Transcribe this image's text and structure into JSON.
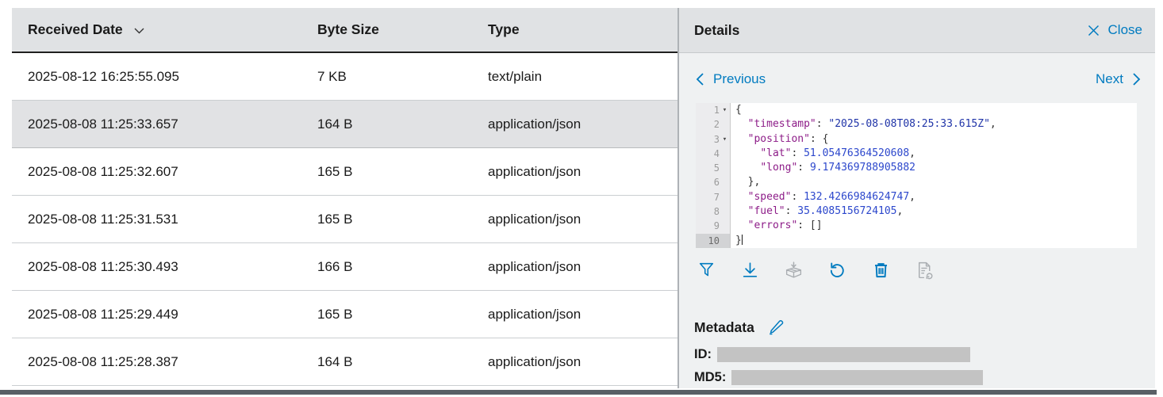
{
  "colors": {
    "accent_blue": "#007bc0",
    "header_bg": "#e0e2e4",
    "panel_bg": "#eff1f2",
    "selected_row_bg": "#e1e2e4",
    "redaction_bar": "#c3c3c3",
    "bottom_bar": "#596066",
    "code_key": "#8d1c88",
    "code_string": "#2034a8",
    "code_number": "#2c47cc"
  },
  "table": {
    "columns": [
      {
        "label": "Received Date",
        "sorted": "desc"
      },
      {
        "label": "Byte Size",
        "sorted": null
      },
      {
        "label": "Type",
        "sorted": null
      }
    ],
    "rows": [
      {
        "received_date": "2025-08-12 16:25:55.095",
        "byte_size": "7 KB",
        "type": "text/plain",
        "selected": false
      },
      {
        "received_date": "2025-08-08 11:25:33.657",
        "byte_size": "164 B",
        "type": "application/json",
        "selected": true
      },
      {
        "received_date": "2025-08-08 11:25:32.607",
        "byte_size": "165 B",
        "type": "application/json",
        "selected": false
      },
      {
        "received_date": "2025-08-08 11:25:31.531",
        "byte_size": "165 B",
        "type": "application/json",
        "selected": false
      },
      {
        "received_date": "2025-08-08 11:25:30.493",
        "byte_size": "166 B",
        "type": "application/json",
        "selected": false
      },
      {
        "received_date": "2025-08-08 11:25:29.449",
        "byte_size": "165 B",
        "type": "application/json",
        "selected": false
      },
      {
        "received_date": "2025-08-08 11:25:28.387",
        "byte_size": "164 B",
        "type": "application/json",
        "selected": false
      }
    ]
  },
  "details": {
    "title": "Details",
    "close_label": "Close",
    "previous_label": "Previous",
    "next_label": "Next",
    "editor": {
      "lines": [
        {
          "num": 1,
          "fold": true,
          "active": false,
          "cursor": false,
          "segments": [
            [
              "p",
              "{"
            ]
          ]
        },
        {
          "num": 2,
          "fold": false,
          "active": false,
          "cursor": false,
          "segments": [
            [
              "p",
              "  "
            ],
            [
              "k",
              "\"timestamp\""
            ],
            [
              "p",
              ": "
            ],
            [
              "s",
              "\"2025-08-08T08:25:33.615Z\""
            ],
            [
              "p",
              ","
            ]
          ]
        },
        {
          "num": 3,
          "fold": true,
          "active": false,
          "cursor": false,
          "segments": [
            [
              "p",
              "  "
            ],
            [
              "k",
              "\"position\""
            ],
            [
              "p",
              ": {"
            ]
          ]
        },
        {
          "num": 4,
          "fold": false,
          "active": false,
          "cursor": false,
          "segments": [
            [
              "p",
              "    "
            ],
            [
              "k",
              "\"lat\""
            ],
            [
              "p",
              ": "
            ],
            [
              "n",
              "51.05476364520608"
            ],
            [
              "p",
              ","
            ]
          ]
        },
        {
          "num": 5,
          "fold": false,
          "active": false,
          "cursor": false,
          "segments": [
            [
              "p",
              "    "
            ],
            [
              "k",
              "\"long\""
            ],
            [
              "p",
              ": "
            ],
            [
              "n",
              "9.174369788905882"
            ]
          ]
        },
        {
          "num": 6,
          "fold": false,
          "active": false,
          "cursor": false,
          "segments": [
            [
              "p",
              "  },"
            ]
          ]
        },
        {
          "num": 7,
          "fold": false,
          "active": false,
          "cursor": false,
          "segments": [
            [
              "p",
              "  "
            ],
            [
              "k",
              "\"speed\""
            ],
            [
              "p",
              ": "
            ],
            [
              "n",
              "132.4266984624747"
            ],
            [
              "p",
              ","
            ]
          ]
        },
        {
          "num": 8,
          "fold": false,
          "active": false,
          "cursor": false,
          "segments": [
            [
              "p",
              "  "
            ],
            [
              "k",
              "\"fuel\""
            ],
            [
              "p",
              ": "
            ],
            [
              "n",
              "35.4085156724105"
            ],
            [
              "p",
              ","
            ]
          ]
        },
        {
          "num": 9,
          "fold": false,
          "active": false,
          "cursor": false,
          "segments": [
            [
              "p",
              "  "
            ],
            [
              "k",
              "\"errors\""
            ],
            [
              "p",
              ": []"
            ]
          ]
        },
        {
          "num": 10,
          "fold": false,
          "active": true,
          "cursor": true,
          "segments": [
            [
              "p",
              "}"
            ]
          ]
        }
      ]
    },
    "toolbar": [
      {
        "icon": "filter-icon",
        "enabled": true
      },
      {
        "icon": "download-icon",
        "enabled": true
      },
      {
        "icon": "unpack-box-icon",
        "enabled": false
      },
      {
        "icon": "reprocess-icon",
        "enabled": true
      },
      {
        "icon": "delete-icon",
        "enabled": true
      },
      {
        "icon": "document-refresh-icon",
        "enabled": false
      }
    ],
    "metadata": {
      "title": "Metadata",
      "fields": [
        {
          "label": "ID:",
          "redacted": true
        },
        {
          "label": "MD5:",
          "redacted": true
        }
      ]
    }
  }
}
